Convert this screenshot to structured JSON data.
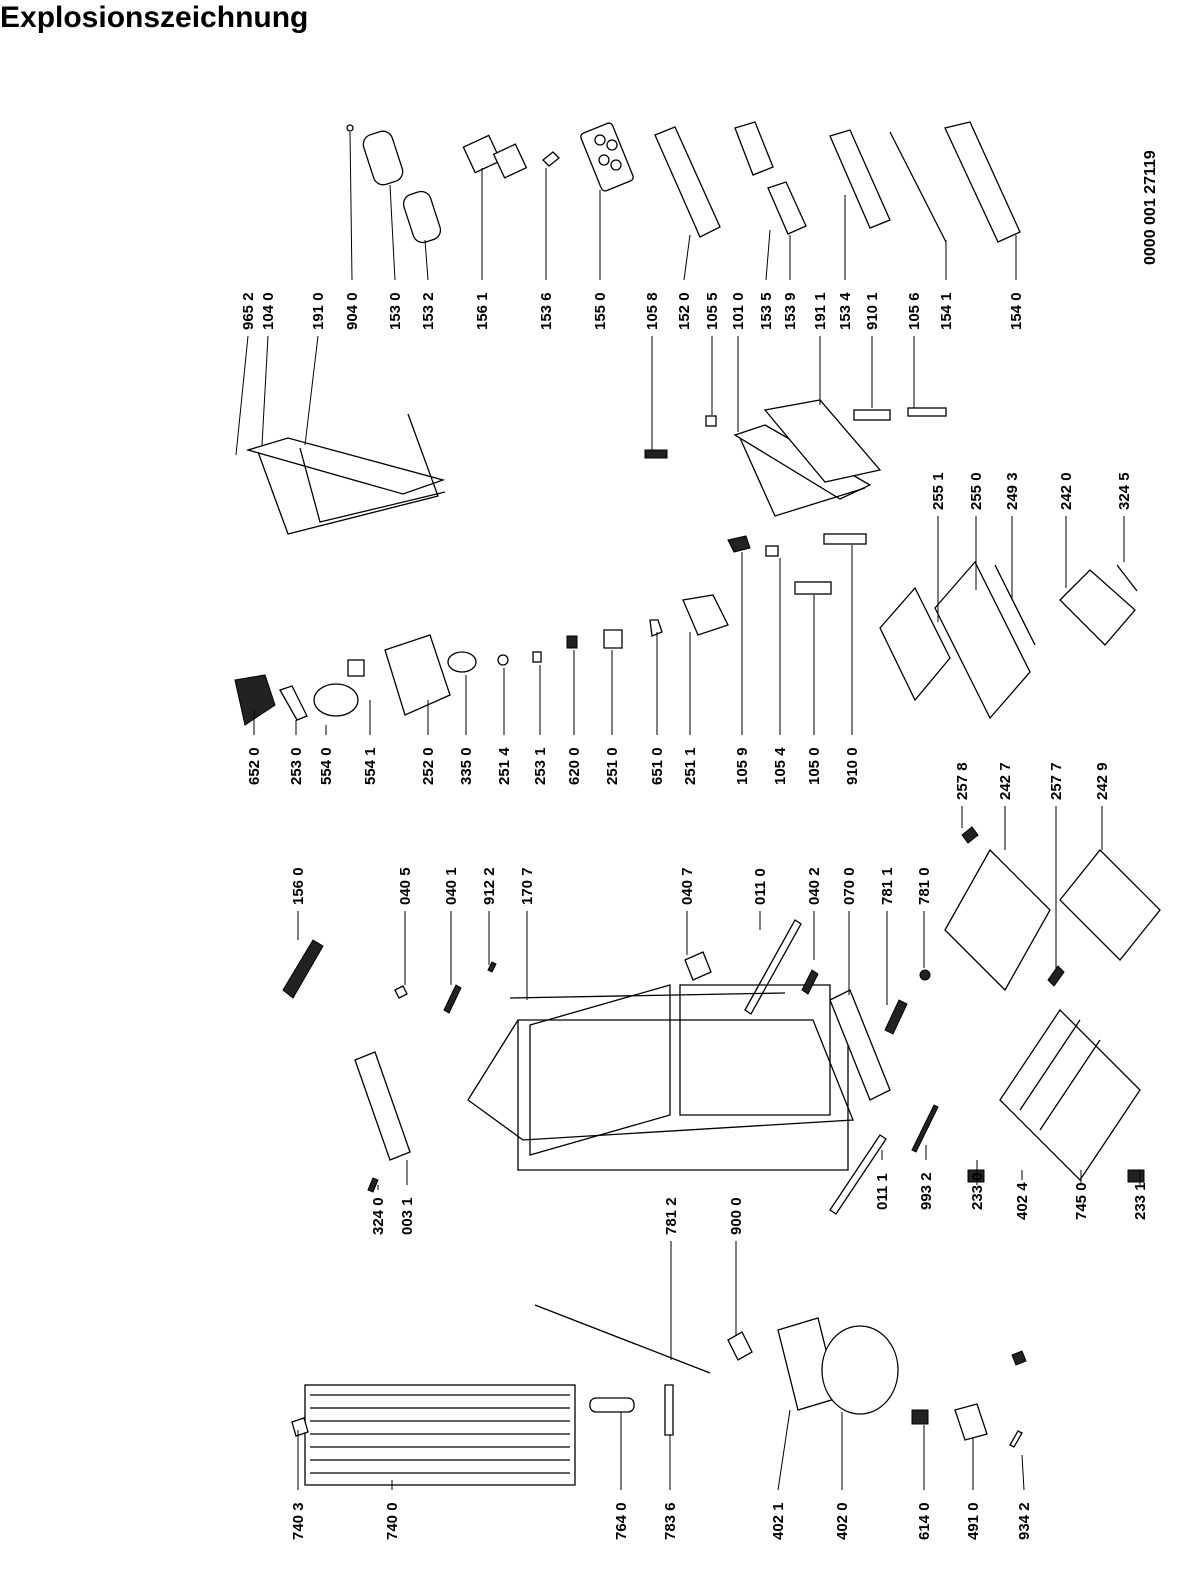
{
  "title": "Explosionszeichnung",
  "doc_code": "0000 001 27119",
  "colors": {
    "ink": "#000000",
    "paper": "#ffffff"
  },
  "callouts": [
    "965 2",
    "104 0",
    "191 0",
    "904 0",
    "153 0",
    "153 2",
    "156 1",
    "153 6",
    "155 0",
    "105 8",
    "152 0",
    "105 5",
    "101 0",
    "153 5",
    "153 9",
    "191 1",
    "153 4",
    "910 1",
    "105 6",
    "154 1",
    "154 0",
    "652 0",
    "253 0",
    "554 0",
    "554 1",
    "252 0",
    "335 0",
    "251 4",
    "253 1",
    "620 0",
    "251 0",
    "651 0",
    "251 1",
    "105 9",
    "105 4",
    "105 0",
    "910 0",
    "255 1",
    "255 0",
    "249 3",
    "242 0",
    "324 5",
    "156 0",
    "040 5",
    "040 1",
    "912 2",
    "170 7",
    "040 7",
    "011 0",
    "040 2",
    "070 0",
    "781 1",
    "781 0",
    "257 8",
    "242 7",
    "257 7",
    "242 9",
    "324 0",
    "003 1",
    "011 1",
    "993 2",
    "233 0",
    "402 4",
    "745 0",
    "233 1",
    "781 2",
    "900 0",
    "740 3",
    "740 0",
    "764 0",
    "783 6",
    "402 1",
    "402 0",
    "614 0",
    "491 0",
    "934 2"
  ]
}
